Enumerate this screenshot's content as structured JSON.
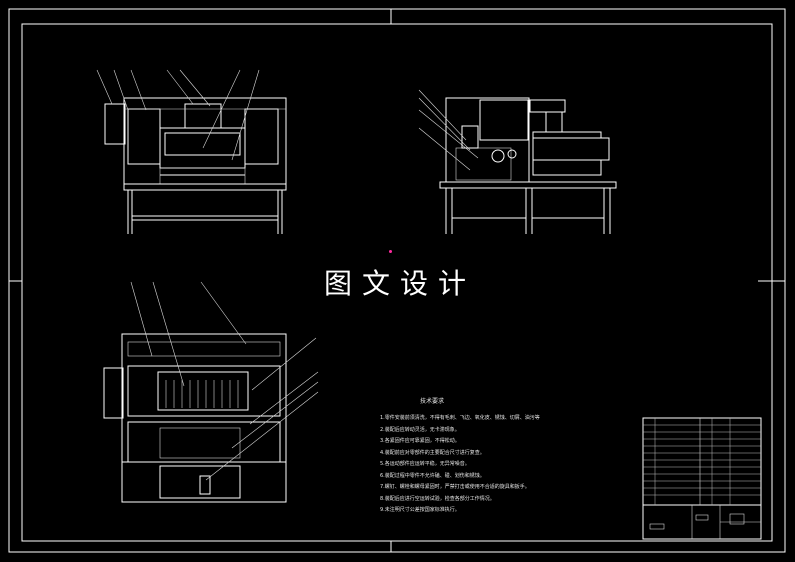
{
  "drawing": {
    "title": "图文设计",
    "notes_title": "技术要求",
    "notes": [
      "1.零件安装前须清洗，不得有毛刺、飞边、氧化皮、锈蚀、切屑、油污等",
      "2.装配后应转动灵活，无卡滞现象。",
      "3.各紧固件应可靠紧固，不得松动。",
      "4.装配前应对零部件的主要配合尺寸进行复查。",
      "5.各运动部件应运转平稳，无异常噪音。",
      "6.装配过程中零件不允许磕、碰、划伤和锈蚀。",
      "7.螺钉、螺栓和螺母紧固时，严禁打击或使用不合适的旋具和扳手。",
      "8.装配后应进行空运转试验，检查各部分工作情况。",
      "9.未注明尺寸公差按国家标准执行。"
    ],
    "colors": {
      "background": "#000000",
      "lines": "#ffffff",
      "marker": "#ff2aa0"
    }
  }
}
